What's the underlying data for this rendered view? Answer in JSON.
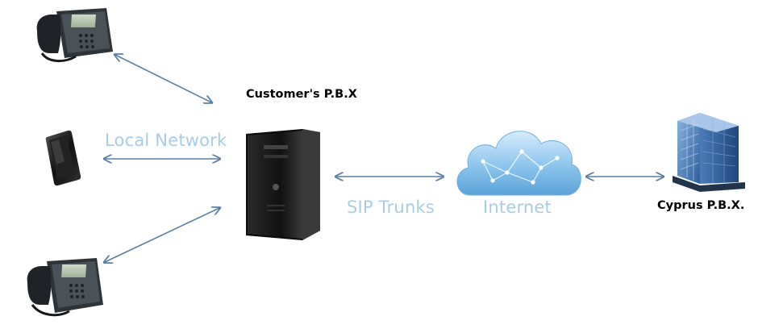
{
  "labels": {
    "customer_pbx": "Customer's P.B.X",
    "cyprus_pbx": "Cyprus P.B.X.",
    "local_network": "Local Network",
    "sip_trunks": "SIP Trunks",
    "internet": "Internet"
  },
  "nodes": [
    {
      "name": "desk-phone-top",
      "icon": "desk-phone-icon"
    },
    {
      "name": "mobile-phone",
      "icon": "smartphone-icon"
    },
    {
      "name": "desk-phone-bottom",
      "icon": "desk-phone-icon"
    },
    {
      "name": "customer-pbx-server",
      "icon": "server-tower-icon"
    },
    {
      "name": "internet-cloud",
      "icon": "cloud-network-icon"
    },
    {
      "name": "cyprus-pbx-building",
      "icon": "office-building-icon"
    }
  ],
  "connections": [
    {
      "from": "desk-phone-top",
      "to": "customer-pbx-server",
      "bidirectional": true
    },
    {
      "from": "mobile-phone",
      "to": "customer-pbx-server",
      "bidirectional": true
    },
    {
      "from": "desk-phone-bottom",
      "to": "customer-pbx-server",
      "bidirectional": true
    },
    {
      "from": "customer-pbx-server",
      "to": "internet-cloud",
      "bidirectional": true
    },
    {
      "from": "internet-cloud",
      "to": "cyprus-pbx-building",
      "bidirectional": true
    }
  ],
  "colors": {
    "arrow": "#5a7fa6",
    "light_label": "#a9cce6",
    "dark_label": "#000000",
    "cloud": "#8cc4ec"
  }
}
